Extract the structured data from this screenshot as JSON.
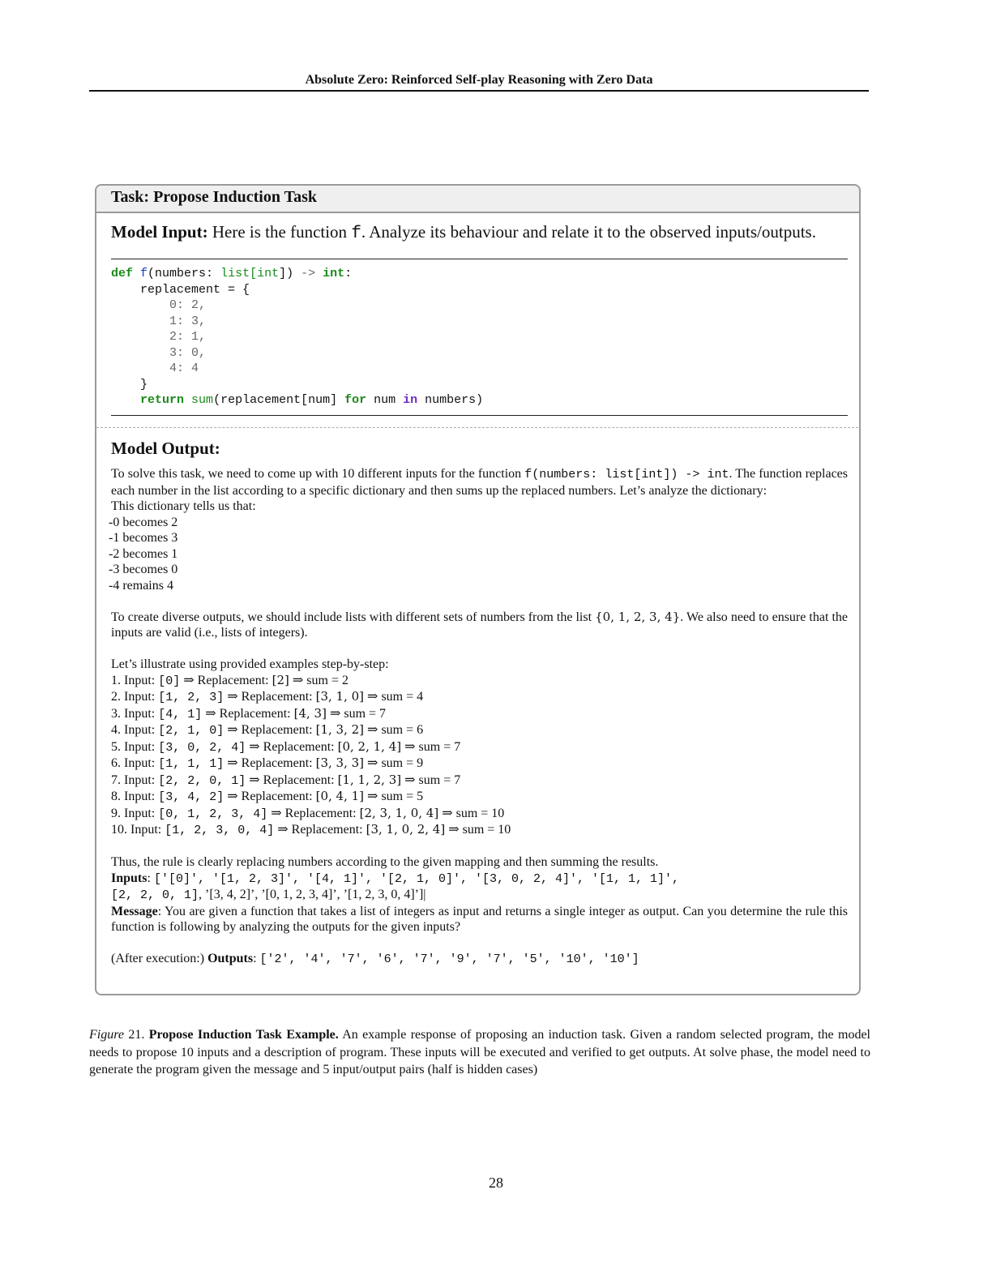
{
  "header": {
    "running_title": "Absolute Zero: Reinforced Self-play Reasoning with Zero Data"
  },
  "box": {
    "title": "Task: Propose Induction Task",
    "input_label": "Model Input:",
    "input_text_1": "Here is the function",
    "input_fn": "f",
    "input_text_2": ". Analyze its behaviour and relate it to the observed inputs/outputs.",
    "code": {
      "line1": {
        "def": "def",
        "name": "f",
        "params_a": "(numbers: ",
        "list": "list",
        "lb": "[",
        "int1": "int",
        "rb": "]",
        ") ": ") ",
        "arrow": "->",
        "sp": " ",
        "int2": "int",
        "colon": ":"
      },
      "line2": "    replacement = {",
      "entries": [
        {
          "k": "0",
          "v": "2,"
        },
        {
          "k": "1",
          "v": "3,"
        },
        {
          "k": "2",
          "v": "1,"
        },
        {
          "k": "3",
          "v": "0,"
        },
        {
          "k": "4",
          "v": "4"
        }
      ],
      "close": "    }",
      "ret": {
        "return": "return",
        "sum": "sum",
        "mid": "(replacement[num] ",
        "for": "for",
        "num": " num ",
        "in": "in",
        "end": " numbers)"
      }
    },
    "output_label": "Model Output:",
    "output": {
      "p1_a": "To solve this task, we need to come up with 10 different inputs for the function ",
      "p1_code": "f(numbers: list[int]) -> int",
      "p1_b": ". The function replaces each number in the list according to a specific dictionary and then sums up the replaced numbers.  Let’s analyze the dictionary:",
      "p2": "This dictionary tells us that:",
      "rules": [
        "-0 becomes 2",
        "-1 becomes 3",
        "-2 becomes 1",
        "-3 becomes 0",
        "-4 remains 4"
      ],
      "p3_a": "To create diverse outputs, we should include lists with different sets of numbers from the list ",
      "p3_set": "{0, 1, 2, 3, 4}",
      "p3_b": ".  We also need to ensure that the inputs are valid (i.e., lists of integers).",
      "p4": "Let’s illustrate using provided examples step-by-step:",
      "steps": [
        {
          "prefix": "1. Input: ",
          "input": "[0]",
          "arrow1": " ⇒ Replacement: ",
          "repl": "[2]",
          "arrow2": " ⇒ sum = 2"
        },
        {
          "prefix": "2. Input: ",
          "input": "[1, 2, 3]",
          "arrow1": " ⇒ Replacement: ",
          "repl": "[3, 1, 0]",
          "arrow2": " ⇒ sum = 4"
        },
        {
          "prefix": "3. Input: ",
          "input": "[4, 1]",
          "arrow1": " ⇒ Replacement: ",
          "repl": "[4, 3]",
          "arrow2": " ⇒ sum = 7"
        },
        {
          "prefix": "4. Input: ",
          "input": "[2, 1, 0]",
          "arrow1": " ⇒ Replacement: ",
          "repl": "[1, 3, 2]",
          "arrow2": " ⇒ sum = 6"
        },
        {
          "prefix": "5. Input: ",
          "input": "[3, 0, 2, 4]",
          "arrow1": " ⇒ Replacement: ",
          "repl": "[0, 2, 1, 4]",
          "arrow2": " ⇒ sum = 7"
        },
        {
          "prefix": "6. Input: ",
          "input": "[1, 1, 1]",
          "arrow1": " ⇒ Replacement: ",
          "repl": "[3, 3, 3]",
          "arrow2": " ⇒ sum = 9"
        },
        {
          "prefix": "7. Input: ",
          "input": "[2, 2, 0, 1]",
          "arrow1": " ⇒ Replacement: ",
          "repl": "[1, 1, 2, 3]",
          "arrow2": " ⇒ sum = 7"
        },
        {
          "prefix": "8. Input: ",
          "input": "[3, 4, 2]",
          "arrow1": " ⇒ Replacement: ",
          "repl": "[0, 4, 1]",
          "arrow2": " ⇒ sum = 5"
        },
        {
          "prefix": "9. Input: ",
          "input": "[0, 1, 2, 3, 4]",
          "arrow1": " ⇒ Replacement: ",
          "repl": "[2, 3, 1, 0, 4]",
          "arrow2": " ⇒ sum = 10"
        },
        {
          "prefix": "10. Input: ",
          "input": "[1, 2, 3, 0, 4]",
          "arrow1": " ⇒ Replacement: ",
          "repl": "[3, 1, 0, 2, 4]",
          "arrow2": " ⇒ sum = 10"
        }
      ],
      "p5": "Thus, the rule is clearly replacing numbers according to the given mapping and then summing the results.",
      "inputs_label": "Inputs",
      "inputs_colon": ": ",
      "inputs_code": "['[0]', '[1, 2, 3]', '[4, 1]', '[2, 1, 0]', '[3, 0, 2, 4]', '[1, 1, 1]',",
      "inputs_code2": "[2, 2, 0, 1]",
      "inputs_rest": ", ’[3, 4, 2]’, ’[0, 1, 2, 3, 4]’, ’[1, 2, 3, 0, 4]’]|",
      "message_label": "Message",
      "message_text": ":  You are given a function that takes a list of integers as input and returns a single integer as output.  Can you determine the rule this function is following by analyzing the outputs for the given inputs?",
      "after_exec": "(After execution:) ",
      "outputs_label": "Outputs",
      "outputs_colon": ": ",
      "outputs_code": "['2', '4', '7', '6', '7', '9', '7', '5', '10', '10']"
    }
  },
  "caption": {
    "figure_label": "Figure",
    "figure_num": " 21.",
    "bold": " Propose Induction Task Example.",
    "text": " An example response of proposing an induction task.  Given a random selected program, the model needs to propose 10 inputs and a description of program.  These inputs will be executed and verified to get outputs.  At solve phase, the model need to generate the program given the message and 5 input/output pairs (half is hidden cases)"
  },
  "page_number": "28"
}
